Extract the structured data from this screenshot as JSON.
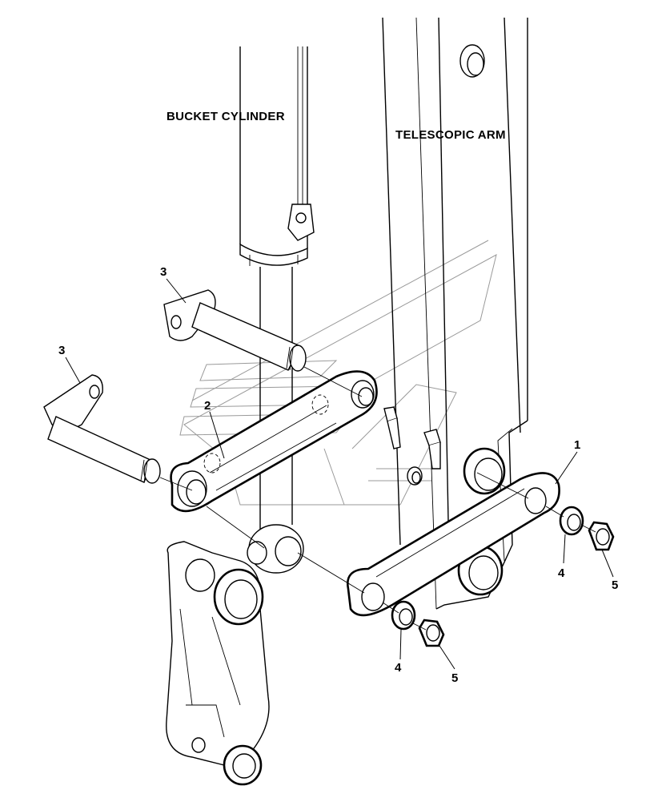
{
  "labels": {
    "bucket_cylinder": "BUCKET CYLINDER",
    "telescopic_arm": "TELESCOPIC ARM"
  },
  "callouts": {
    "link_right": "1",
    "link_left": "2",
    "pin_upper": "3",
    "pin_lower": "3",
    "washer_right": "4",
    "washer_lower": "4",
    "nut_right": "5",
    "nut_lower": "5"
  }
}
